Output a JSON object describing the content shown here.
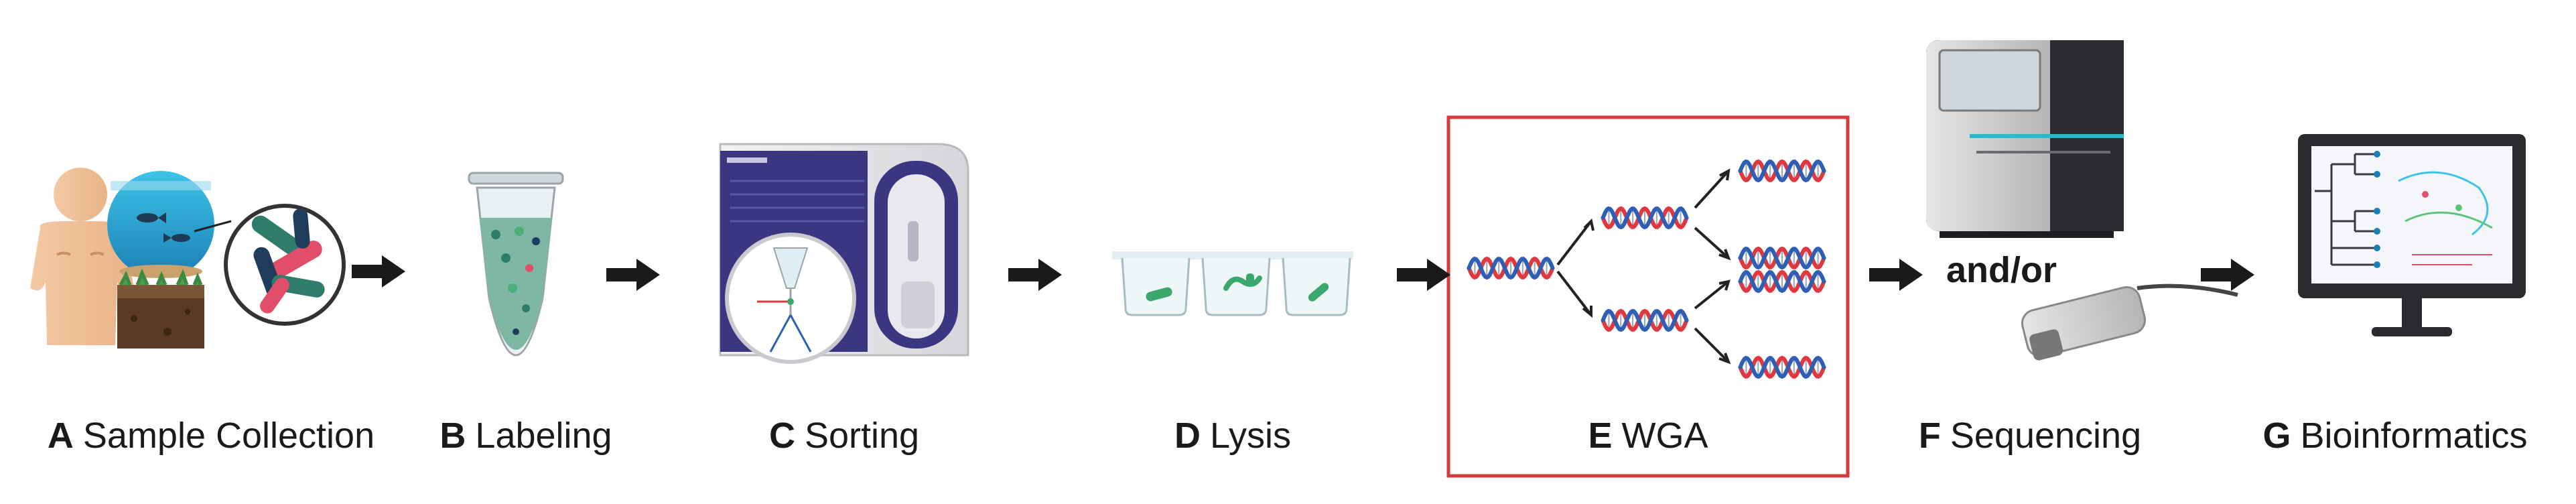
{
  "steps": [
    {
      "letter": "A",
      "name": "Sample Collection"
    },
    {
      "letter": "B",
      "name": "Labeling"
    },
    {
      "letter": "C",
      "name": "Sorting"
    },
    {
      "letter": "D",
      "name": "Lysis"
    },
    {
      "letter": "E",
      "name": "WGA"
    },
    {
      "letter": "F",
      "name": "Sequencing"
    },
    {
      "letter": "G",
      "name": "Bioinformatics"
    }
  ],
  "sequencing_connector": "and/or",
  "colors": {
    "highlight_box": "#d63a3a",
    "arrow": "#1a1a1a",
    "dna_red": "#e0383e",
    "dna_blue": "#2e5fb5",
    "sorter_purple": "#3a3780",
    "cell_green": "#3aa86a"
  },
  "icons": [
    "human-icon",
    "fish-bowl-icon",
    "soil-icon",
    "bacteria-zoom-icon",
    "tube-icon",
    "cell-sorter-icon",
    "well-plate-icon",
    "dna-icon",
    "sequencer-icon",
    "nanopore-icon",
    "monitor-icon"
  ]
}
